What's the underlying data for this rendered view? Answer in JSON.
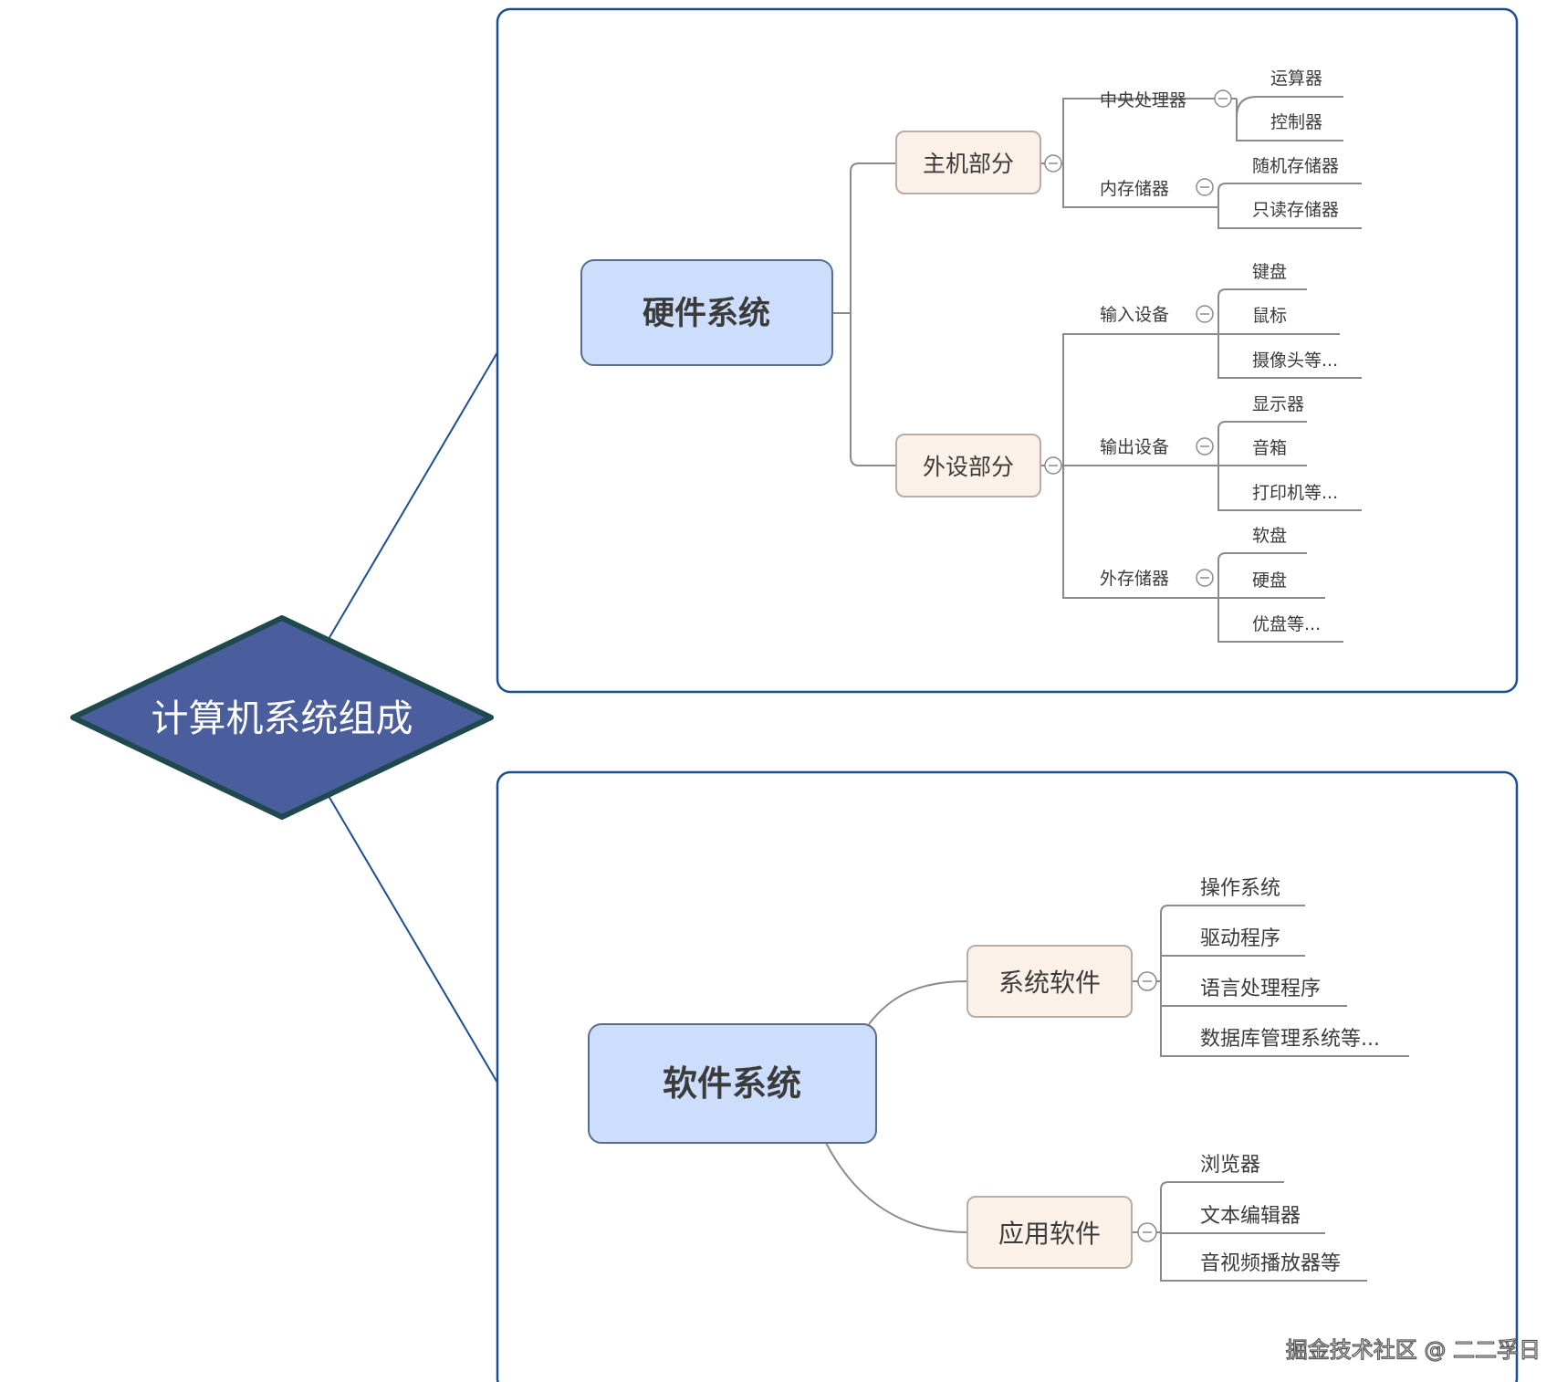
{
  "diagram": {
    "root": "计算机系统组成",
    "hardware": {
      "label": "硬件系统",
      "host": {
        "label": "主机部分",
        "cpu": {
          "label": "中央处理器",
          "items": [
            "运算器",
            "控制器"
          ]
        },
        "memory": {
          "label": "内存储器",
          "items": [
            "随机存储器",
            "只读存储器"
          ]
        }
      },
      "peripheral": {
        "label": "外设部分",
        "input": {
          "label": "输入设备",
          "items": [
            "键盘",
            "鼠标",
            "摄像头等..."
          ]
        },
        "output": {
          "label": "输出设备",
          "items": [
            "显示器",
            "音箱",
            "打印机等..."
          ]
        },
        "storage": {
          "label": "外存储器",
          "items": [
            "软盘",
            "硬盘",
            "优盘等..."
          ]
        }
      }
    },
    "software": {
      "label": "软件系统",
      "system": {
        "label": "系统软件",
        "items": [
          "操作系统",
          "驱动程序",
          "语言处理程序",
          "数据库管理系统等..."
        ]
      },
      "application": {
        "label": "应用软件",
        "items": [
          "浏览器",
          "文本编辑器",
          "音视频播放器等"
        ]
      }
    }
  },
  "watermark": "掘金技术社区 @ 二二孚日",
  "colors": {
    "frame": "#1c4f91",
    "root_fill": "#4a5e9e",
    "root_border": "#1f4a4d",
    "main_fill": "#ccdefc",
    "main_border": "#5a6c8c",
    "sub_fill": "#fcf1e8",
    "sub_border": "#b8ada5",
    "line": "#8a8a8a"
  }
}
